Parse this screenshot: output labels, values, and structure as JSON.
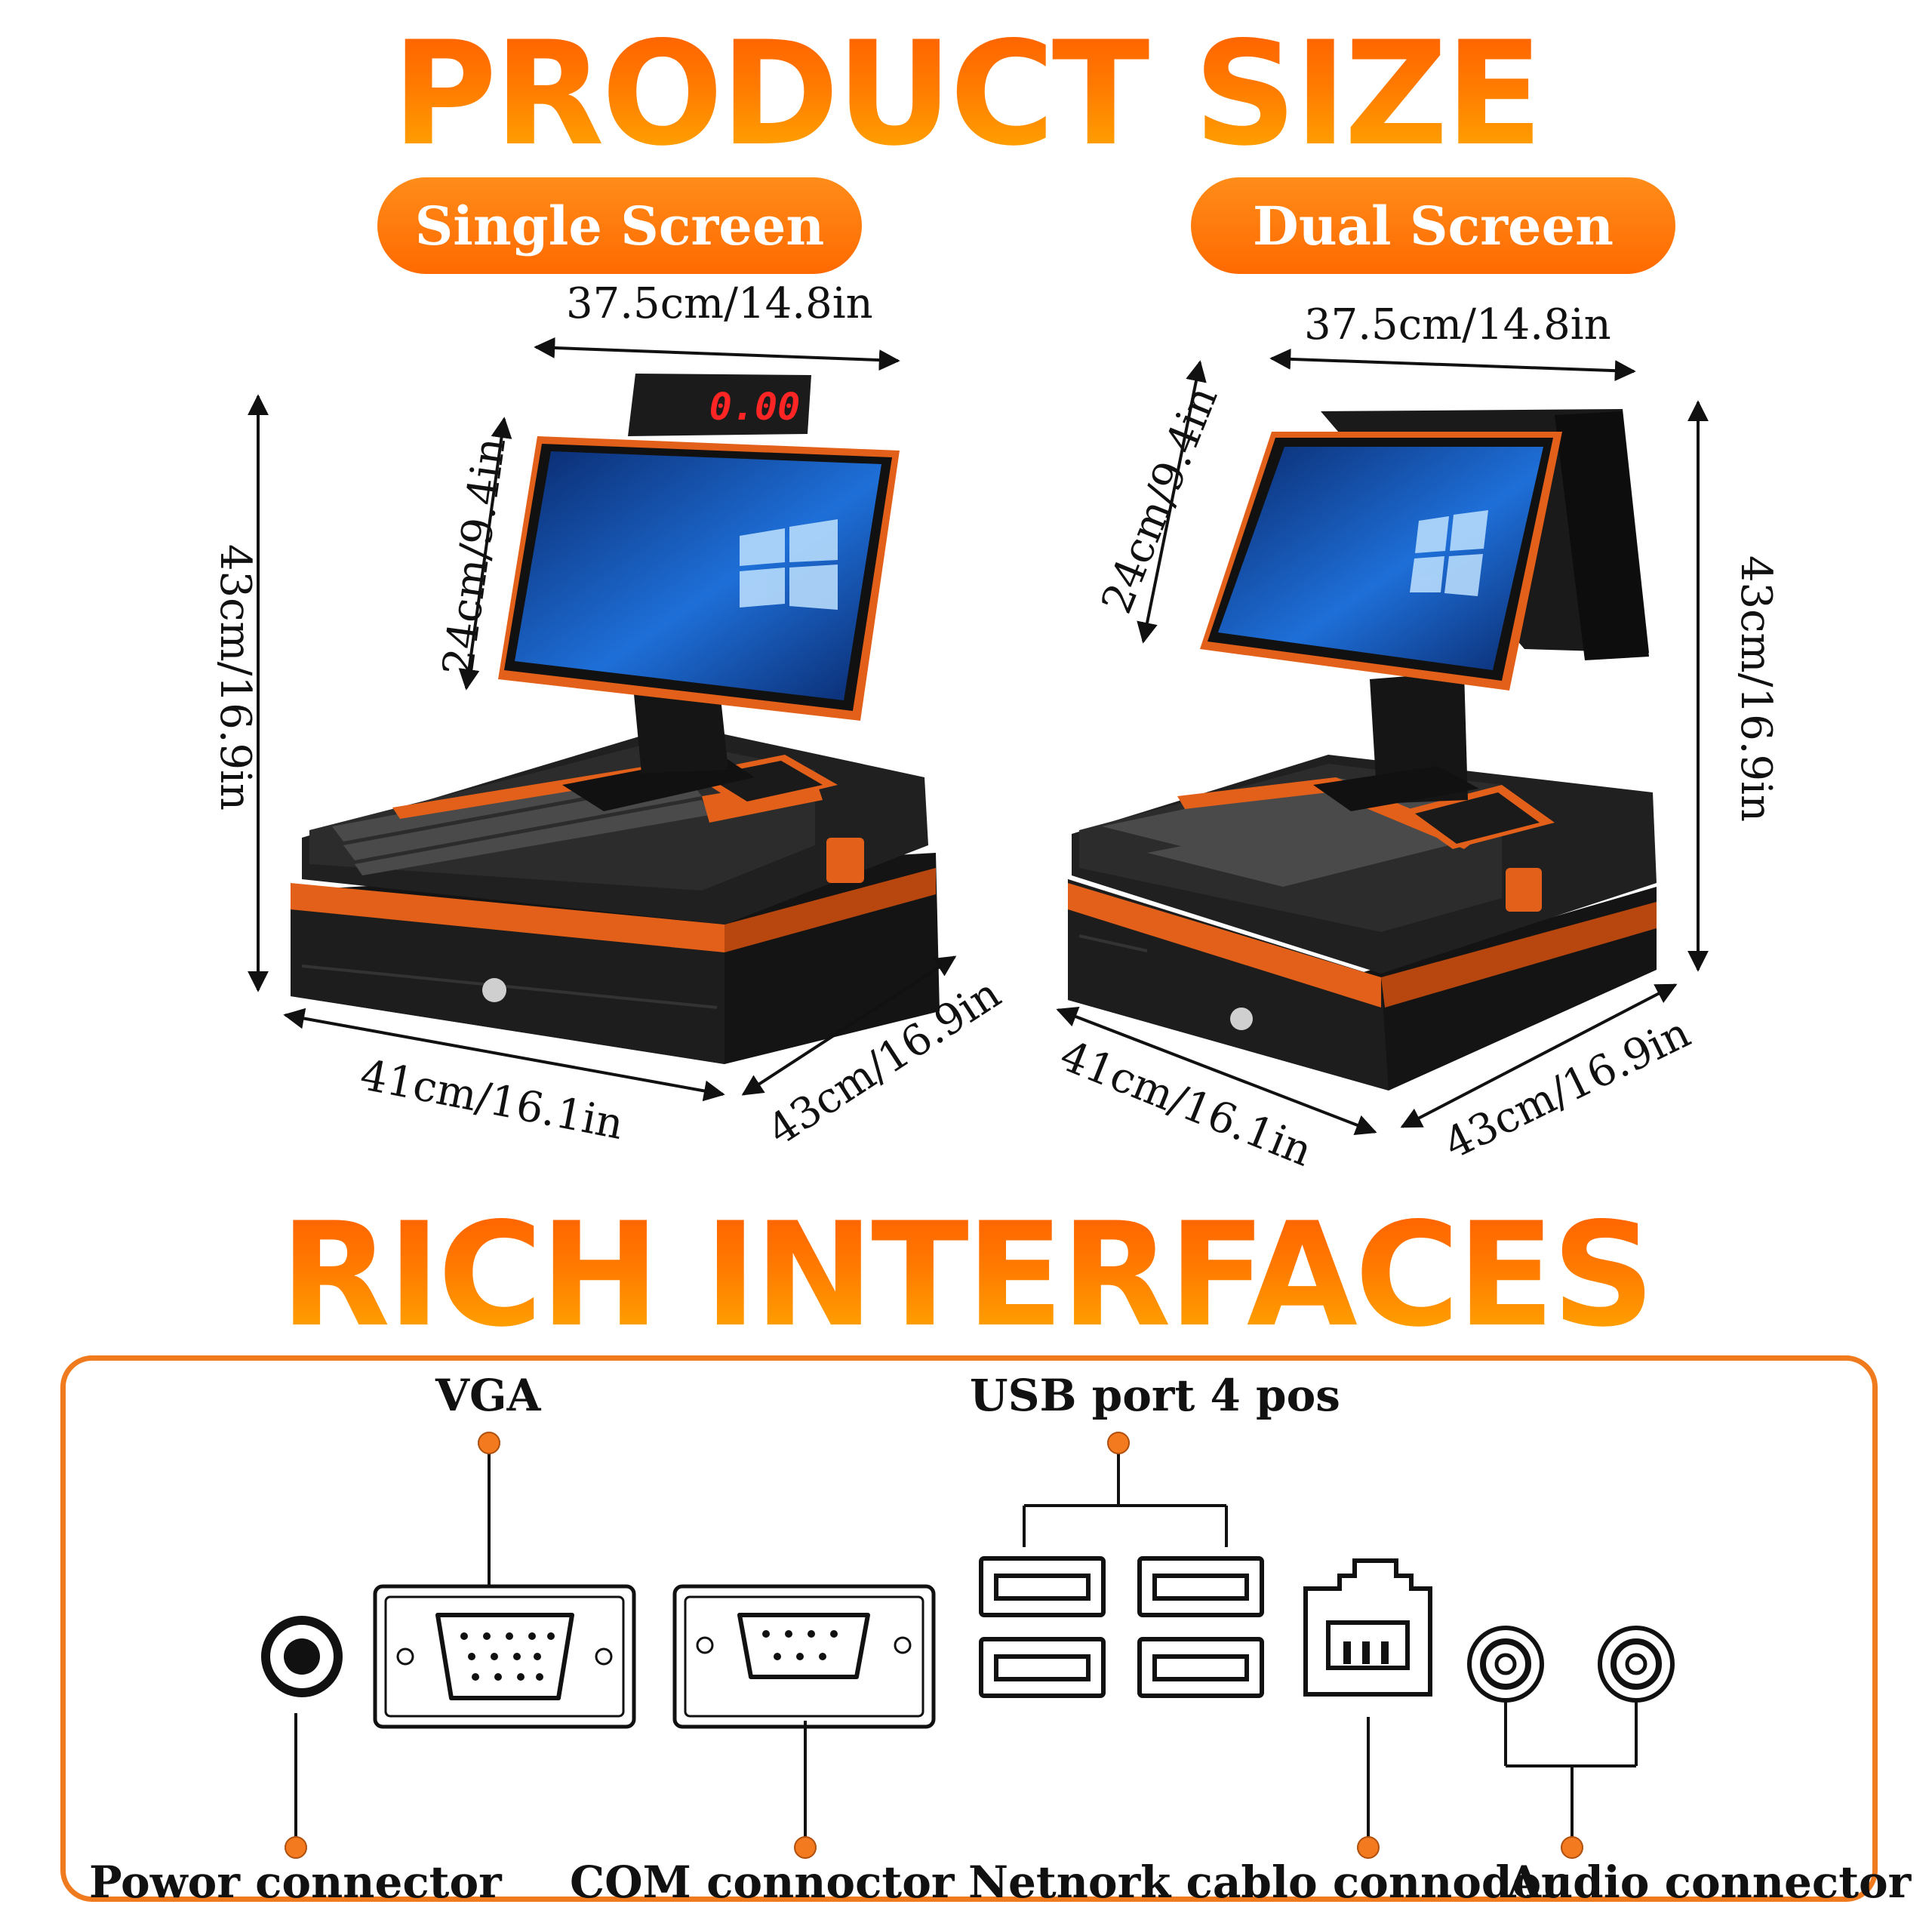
{
  "headings": {
    "product_size": "PRODUCT SIZE",
    "rich_interfaces": "RICH INTERFACES"
  },
  "product_size": {
    "single": {
      "label": "Single Screen",
      "display_readout": "0.00",
      "width": "37.5cm/14.8in",
      "screen_height": "24cm/9.4in",
      "total_height": "43cm/16.9in",
      "front_width": "41cm/16.1in",
      "depth": "43cm/16.9in"
    },
    "dual": {
      "label": "Dual Screen",
      "width": "37.5cm/14.8in",
      "screen_height": "24cm/9.4in",
      "total_height": "43cm/16.9in",
      "front_width": "41cm/16.1in",
      "depth": "43cm/16.9in"
    }
  },
  "interfaces": {
    "vga": "VGA",
    "usb": "USB port 4 pos",
    "power": "Powor connector",
    "com": "COM connoctor",
    "network": "Netnork cablo connodor",
    "audio": "Audio connector"
  },
  "colors": {
    "accent": "#ff7a00",
    "dark": "#1a1a1a",
    "screen": "#1565c0"
  }
}
